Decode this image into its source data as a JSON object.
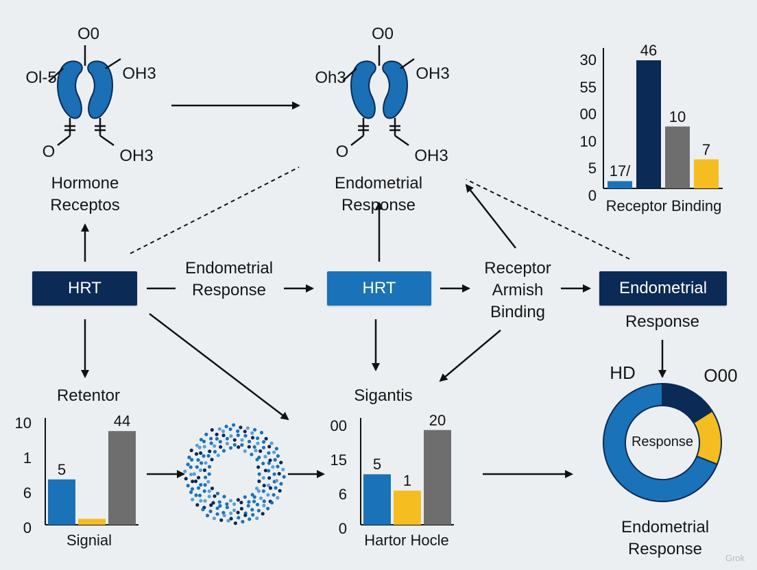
{
  "colors": {
    "dark_navy": "#0b2a55",
    "blue": "#1a72b8",
    "gray": "#6e6e6e",
    "yellow": "#f5bd1f",
    "background": "#eceff2"
  },
  "molecule_left": {
    "top_label": "O0",
    "left_label": "Ol-5",
    "right_top_label": "OH3",
    "bottom_left_label": "O",
    "bottom_right_label": "OH3",
    "caption_line1": "Hormone",
    "caption_line2": "Receptos"
  },
  "molecule_right": {
    "top_label": "O0",
    "left_label": "Oh3",
    "right_top_label": "OH3",
    "bottom_left_label": "O",
    "bottom_right_label": "OH3",
    "caption_line1": "Endometrial",
    "caption_line2": "Response"
  },
  "nodes": {
    "hrt_left": "HRT",
    "hrt_center": "HRT",
    "endometrial_right": "Endometrial"
  },
  "labels": {
    "endometrial_response_line1": "Endometrial",
    "endometrial_response_line2": "Response",
    "receptor_line1": "Receptor",
    "receptor_line2": "Armish",
    "receptor_line3": "Binding",
    "response_right": "Response",
    "retentor": "Retentor",
    "sigantis": "Sigantis",
    "bottom_right_line1": "Endometrial",
    "bottom_right_line2": "Response",
    "watermark": "Grok"
  },
  "chart_data": [
    {
      "type": "bar",
      "title": "",
      "xlabel": "Receptor Binding",
      "ytick_labels": [
        "30",
        "55",
        "00",
        "10",
        "5",
        "0"
      ],
      "categories": [
        "",
        "",
        "",
        ""
      ],
      "values": [
        1.7,
        30,
        14.5,
        6.8
      ],
      "data_labels": [
        "17/",
        "46",
        "10",
        "7"
      ],
      "bar_colors": [
        "#1a72b8",
        "#0b2a55",
        "#6e6e6e",
        "#f5bd1f"
      ],
      "ylim": [
        0,
        30
      ]
    },
    {
      "type": "bar",
      "title": "",
      "xlabel": "Signial",
      "ytick_labels": [
        "10",
        "1",
        "6",
        "0"
      ],
      "categories": [
        "",
        "",
        ""
      ],
      "values": [
        4.6,
        0.6,
        9.5
      ],
      "data_labels": [
        "5",
        "",
        "44"
      ],
      "bar_colors": [
        "#1a72b8",
        "#f5bd1f",
        "#6e6e6e"
      ],
      "ylim": [
        0,
        10
      ]
    },
    {
      "type": "bar",
      "title": "",
      "xlabel": "Hartor Hocle",
      "ytick_labels": [
        "00",
        "15",
        "6",
        "0"
      ],
      "categories": [
        "",
        "",
        ""
      ],
      "values": [
        6.5,
        4.4,
        12.2
      ],
      "data_labels": [
        "5",
        "1",
        "20"
      ],
      "bar_colors": [
        "#1a72b8",
        "#f5bd1f",
        "#6e6e6e"
      ],
      "ylim": [
        0,
        12.7
      ]
    },
    {
      "type": "pie",
      "title": "",
      "center_label": "Response",
      "outer_labels": [
        "HD",
        "O00"
      ],
      "values": [
        69,
        16,
        15
      ],
      "slice_colors": [
        "#1a72b8",
        "#0b2a55",
        "#f5bd1f"
      ]
    }
  ]
}
